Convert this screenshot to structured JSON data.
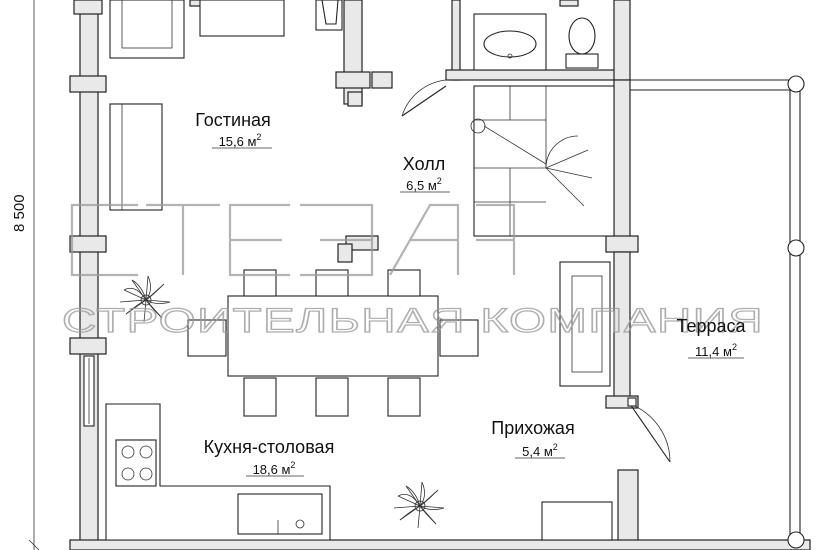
{
  "plan": {
    "dimension_label": "8 500",
    "rooms": [
      {
        "id": "living",
        "name": "Гостиная",
        "area": "15,6 м",
        "sup": "2"
      },
      {
        "id": "hall",
        "name": "Холл",
        "area": "6,5 м",
        "sup": "2"
      },
      {
        "id": "terrace",
        "name": "Терраса",
        "area": "11,4 м",
        "sup": "2"
      },
      {
        "id": "entry",
        "name": "Прихожая",
        "area": "5,4 м",
        "sup": "2"
      },
      {
        "id": "kitchen",
        "name": "Кухня-столовая",
        "area": "18,6 м",
        "sup": "2"
      }
    ],
    "watermark": {
      "logo": "СТЕЗЯ",
      "tagline": "СТРОИТЕЛЬНАЯ КОМПАНИЯ"
    }
  }
}
